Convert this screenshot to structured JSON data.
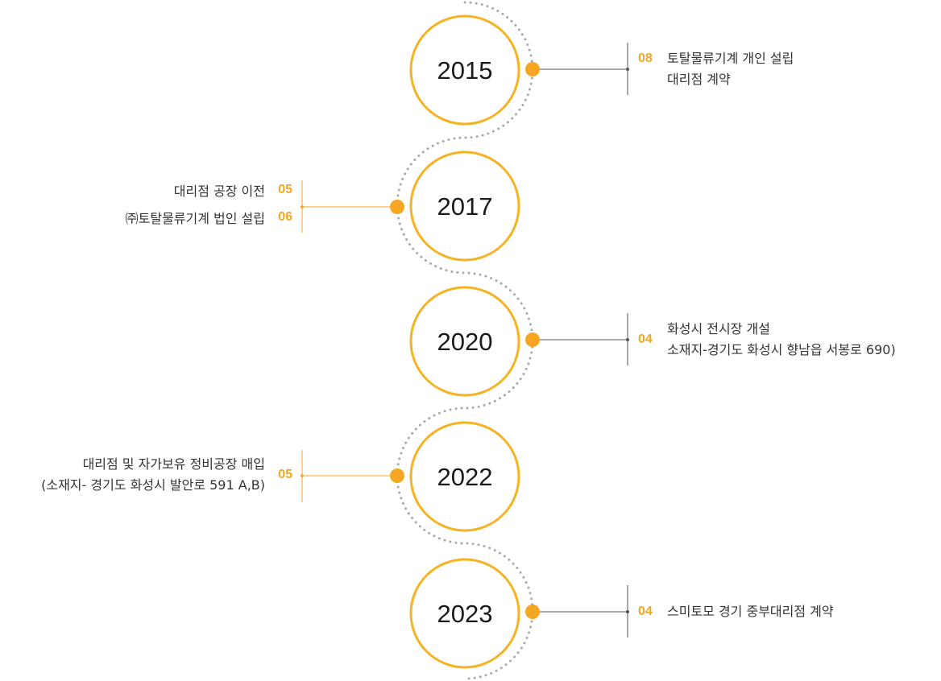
{
  "timeline": {
    "items": [
      {
        "year": "2015",
        "side": "right",
        "month": "08",
        "lines": [
          "토탈물류기계 개인 설립",
          "대리점 계약"
        ]
      },
      {
        "year": "2017",
        "side": "left",
        "rows": [
          {
            "month": "05",
            "text": "대리점 공장 이전"
          },
          {
            "month": "06",
            "text": "㈜토탈물류기계 법인 설립"
          }
        ]
      },
      {
        "year": "2020",
        "side": "right",
        "month": "04",
        "lines": [
          "화성시 전시장  개설",
          "소재지-경기도 화성시 향남읍 서봉로 690)"
        ]
      },
      {
        "year": "2022",
        "side": "left",
        "month": "05",
        "lines": [
          "대리점 및 자가보유 정비공장 매입",
          "(소재지- 경기도 화성시 발안로 591 A,B)"
        ]
      },
      {
        "year": "2023",
        "side": "right",
        "month": "04",
        "lines": [
          "스미토모 경기 중부대리점 계약"
        ]
      }
    ]
  },
  "colors": {
    "accent": "#f5a623",
    "circle_stroke": "#f5b323",
    "dots": "#aaaaaa",
    "connector": "#555555",
    "connector_accent": "#f5a623"
  }
}
